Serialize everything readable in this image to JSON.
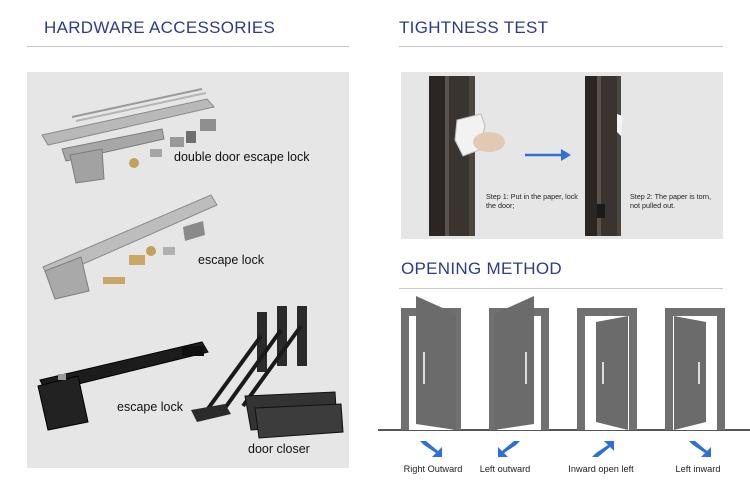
{
  "hardware": {
    "title": "HARDWARE ACCESSORIES",
    "items": [
      {
        "label": "double door escape lock"
      },
      {
        "label": "escape lock"
      },
      {
        "label": "escape lock"
      },
      {
        "label": "door closer"
      }
    ]
  },
  "tightness": {
    "title": "TIGHTNESS TEST",
    "step1": "Step 1: Put in the paper, lock the door;",
    "step2": "Step 2: The paper is torn, not pulled out."
  },
  "opening": {
    "title": "OPENING METHOD",
    "methods": [
      {
        "label": "Right Outward"
      },
      {
        "label": "Left outward"
      },
      {
        "label": "Inward open left"
      },
      {
        "label": "Left inward"
      }
    ]
  },
  "colors": {
    "heading": "#2e3a8c",
    "arrow": "#2f6fd6",
    "door": "#6b6b6b",
    "panel": "#e6e6e6"
  }
}
